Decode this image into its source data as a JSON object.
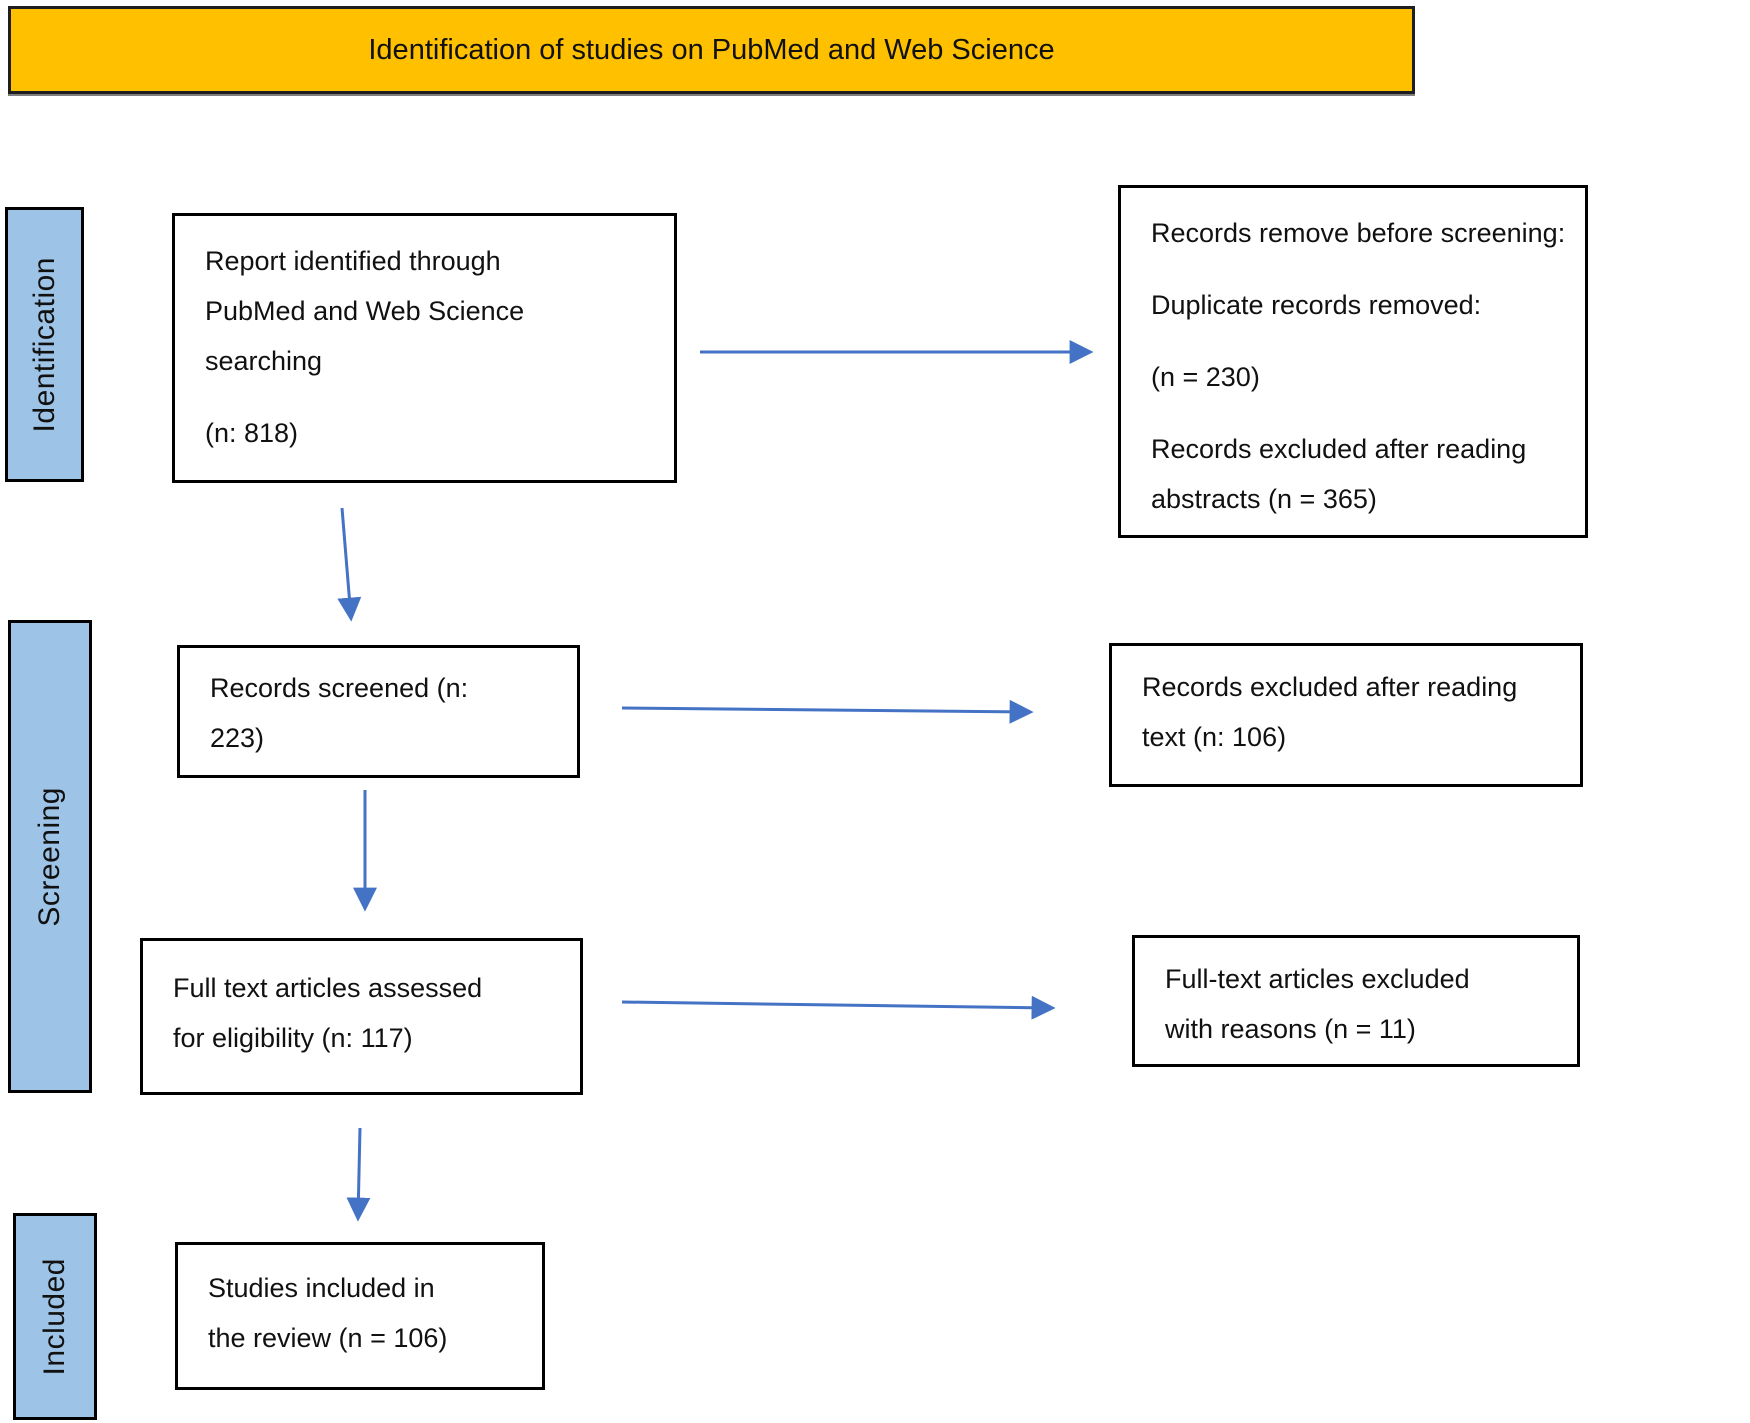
{
  "banner": {
    "title": "Identification of studies on PubMed and Web Science"
  },
  "stages": [
    {
      "id": "identification",
      "label": "Identification"
    },
    {
      "id": "screening",
      "label": "Screening"
    },
    {
      "id": "included",
      "label": "Included"
    }
  ],
  "boxes": {
    "identified": {
      "paragraphs": [
        [
          "Report identified through",
          "PubMed and Web Science",
          "searching"
        ],
        [
          "(n: 818)"
        ]
      ]
    },
    "removed_before_screening": {
      "paragraphs": [
        [
          "Records remove before screening:"
        ],
        [
          "Duplicate records removed:"
        ],
        [
          "(n = 230)"
        ],
        [
          "Records excluded after reading",
          "abstracts (n = 365)"
        ]
      ]
    },
    "screened": {
      "paragraphs": [
        [
          "Records screened (n:",
          "223)"
        ]
      ]
    },
    "excluded_after_reading_text": {
      "paragraphs": [
        [
          "Records excluded after reading",
          "text (n: 106)"
        ]
      ]
    },
    "fulltext_assessed": {
      "paragraphs": [
        [
          "Full text articles assessed",
          "for eligibility (n: 117)"
        ]
      ]
    },
    "fulltext_excluded": {
      "paragraphs": [
        [
          "Full-text articles excluded",
          "with reasons (n = 11)"
        ]
      ]
    },
    "included_studies": {
      "paragraphs": [
        [
          "Studies included in",
          "the review (n = 106)"
        ]
      ]
    }
  },
  "colors": {
    "banner_fill": "#FFC000",
    "stage_fill": "#9DC3E6",
    "arrow_blue": "#4472C4",
    "border_black": "#000000"
  }
}
